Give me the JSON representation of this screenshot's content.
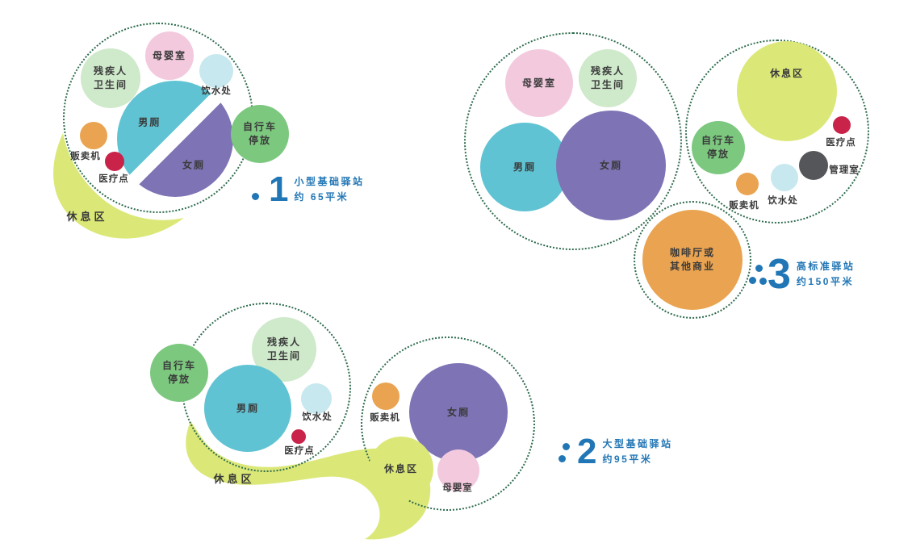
{
  "palette": {
    "pink": "#f3c9de",
    "light_green": "#cfe9cb",
    "teal": "#5fc3d3",
    "purple": "#7e73b5",
    "green": "#7cc87f",
    "orange": "#eaa350",
    "red": "#c9234a",
    "light_blue": "#c6e8ee",
    "yellow_green": "#dbe878",
    "dark_gray": "#55565a",
    "dotted_border": "#2e6b4d",
    "accent_blue": "#2176b5",
    "label_text": "#3a3a3a"
  },
  "labels": {
    "male_toilet": "男厕",
    "female_toilet": "女厕",
    "mother_baby_room": "母婴室",
    "disabled_toilet": "残疾人\n卫生间",
    "drinking_water": "饮水处",
    "bicycle_parking": "自行车\n停放",
    "vending_machine": "贩卖机",
    "medical_point": "医疗点",
    "rest_area": "休息区",
    "management_room": "管理室",
    "cafe_or_commerce": "咖啡厅或\n其他商业"
  },
  "markers": {
    "m1": {
      "number": "1",
      "name": "小型基础驿站",
      "area": "约 65平米"
    },
    "m2": {
      "number": "2",
      "name": "大型基础驿站",
      "area": "约95平米"
    },
    "m3": {
      "number": "3",
      "name": "高标准驿站",
      "area": "约150平米"
    }
  }
}
